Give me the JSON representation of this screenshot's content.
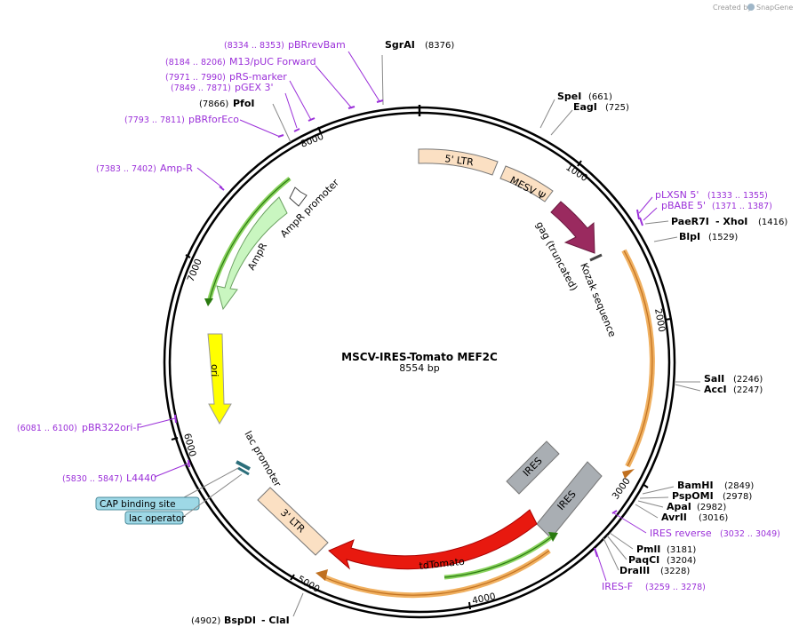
{
  "watermark": {
    "prefix": "Created by",
    "brand": "SnapGene"
  },
  "plasmid": {
    "name": "MSCV-IRES-Tomato MEF2C",
    "length": "8554 bp"
  },
  "ticks": [
    "1000",
    "2000",
    "3000",
    "4000",
    "5000",
    "6000",
    "7000",
    "8000"
  ],
  "features": {
    "ltr5": "5' LTR",
    "mesv": "MESV Ψ",
    "gag": "gag (truncated)",
    "kozak": "Kozak sequence",
    "ires_inner": "IRES",
    "ires_outer": "IRES",
    "tdtomato": "tdTomato",
    "ltr3": "3' LTR",
    "lac_promoter": "lac promoter",
    "ori": "ori",
    "ampr": "AmpR",
    "ampr_promoter": "AmpR promoter"
  },
  "regulatory": {
    "cap": "CAP binding site",
    "lac_operator": "lac operator"
  },
  "sites": [
    {
      "name": "SgrAI",
      "pos": "(8376)"
    },
    {
      "name": "SpeI",
      "pos": "(661)"
    },
    {
      "name": "EagI",
      "pos": "(725)"
    },
    {
      "name": "PaeR7I",
      "sep": "- XhoI",
      "pos": "(1416)"
    },
    {
      "name": "BlpI",
      "pos": "(1529)"
    },
    {
      "name": "SalI",
      "pos": "(2246)"
    },
    {
      "name": "AccI",
      "pos": "(2247)"
    },
    {
      "name": "BamHI",
      "pos": "(2849)"
    },
    {
      "name": "PspOMI",
      "pos": "(2978)"
    },
    {
      "name": "ApaI",
      "pos": "(2982)"
    },
    {
      "name": "AvrII",
      "pos": "(3016)"
    },
    {
      "name": "PmlI",
      "pos": "(3181)"
    },
    {
      "name": "PaqCI",
      "pos": "(3204)"
    },
    {
      "name": "DraIII",
      "pos": "(3228)"
    },
    {
      "name": "BspDI",
      "sep": "- ClaI",
      "pos": "(4902)"
    },
    {
      "name": "PfoI",
      "pos": "(7866)"
    }
  ],
  "primers": [
    {
      "name": "pBRrevBam",
      "pos": "(8334 .. 8353)"
    },
    {
      "name": "M13/pUC Forward",
      "pos": "(8184 .. 8206)"
    },
    {
      "name": "pRS-marker",
      "pos": "(7971 .. 7990)"
    },
    {
      "name": "pGEX 3'",
      "pos": "(7849 .. 7871)"
    },
    {
      "name": "pBRforEco",
      "pos": "(7793 .. 7811)"
    },
    {
      "name": "Amp-R",
      "pos": "(7383 .. 7402)"
    },
    {
      "name": "pLXSN 5'",
      "pos": "(1333 .. 1355)"
    },
    {
      "name": "pBABE 5'",
      "pos": "(1371 .. 1387)"
    },
    {
      "name": "IRES reverse",
      "pos": "(3032 .. 3049)"
    },
    {
      "name": "IRES-F",
      "pos": "(3259 .. 3278)"
    },
    {
      "name": "pBR322ori-F",
      "pos": "(6081 .. 6100)"
    },
    {
      "name": "L4440",
      "pos": "(5830 .. 5847)"
    }
  ]
}
